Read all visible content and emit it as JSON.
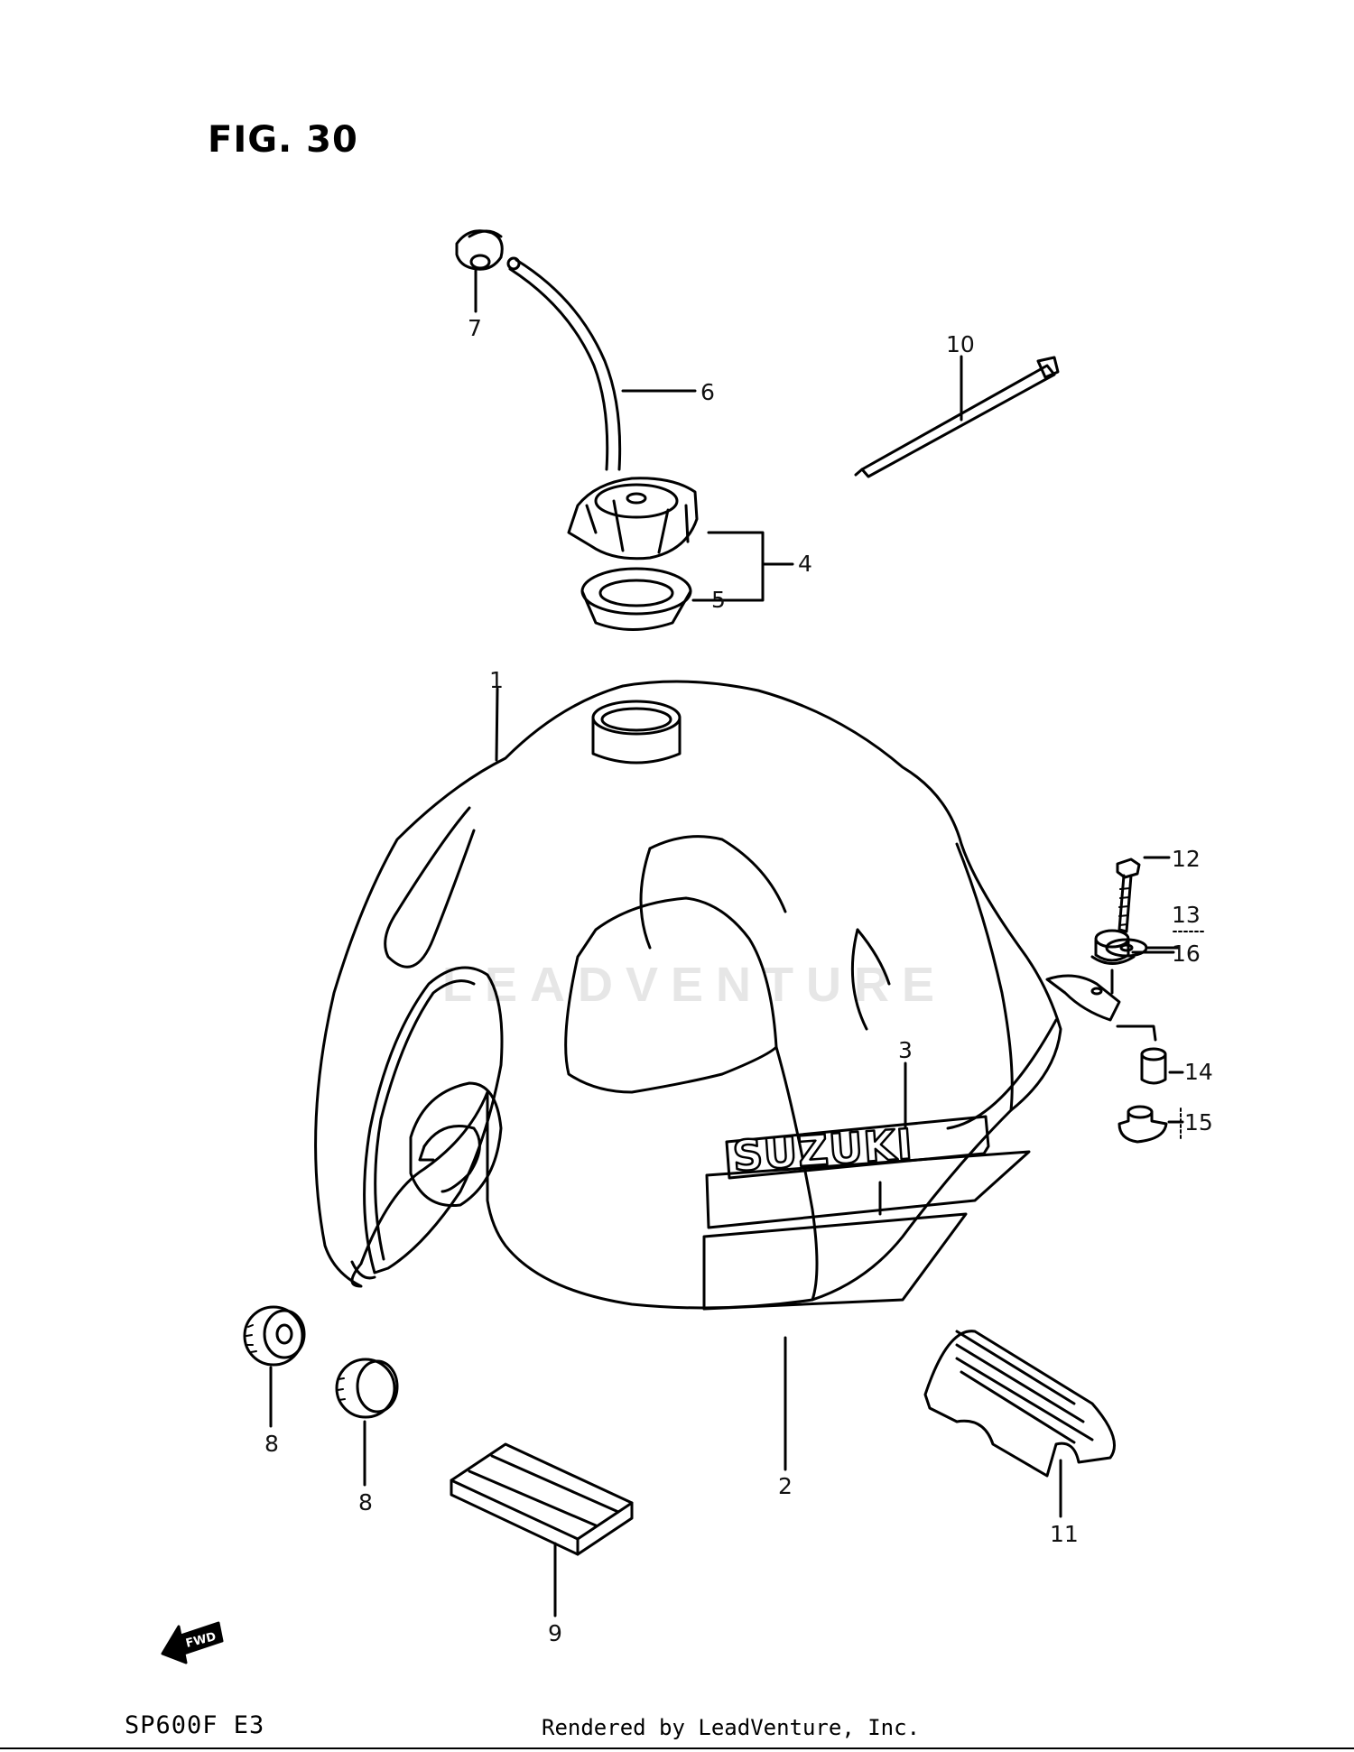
{
  "figure": {
    "title": "FIG. 30"
  },
  "watermark": {
    "text": "LEADVENTURE"
  },
  "callouts": {
    "c1": "1",
    "c2": "2",
    "c3": "3",
    "c4": "4",
    "c5": "5",
    "c6": "6",
    "c7": "7",
    "c8a": "8",
    "c8b": "8",
    "c9": "9",
    "c10": "10",
    "c11": "11",
    "c12": "12",
    "c13": "13",
    "c14": "14",
    "c15": "15",
    "c16": "16"
  },
  "emblem": {
    "text": "SUZUKI"
  },
  "fwd_badge": {
    "text": "FWD"
  },
  "footer": {
    "model": "SP600F E3",
    "rendered_by": "Rendered by LeadVenture, Inc."
  }
}
